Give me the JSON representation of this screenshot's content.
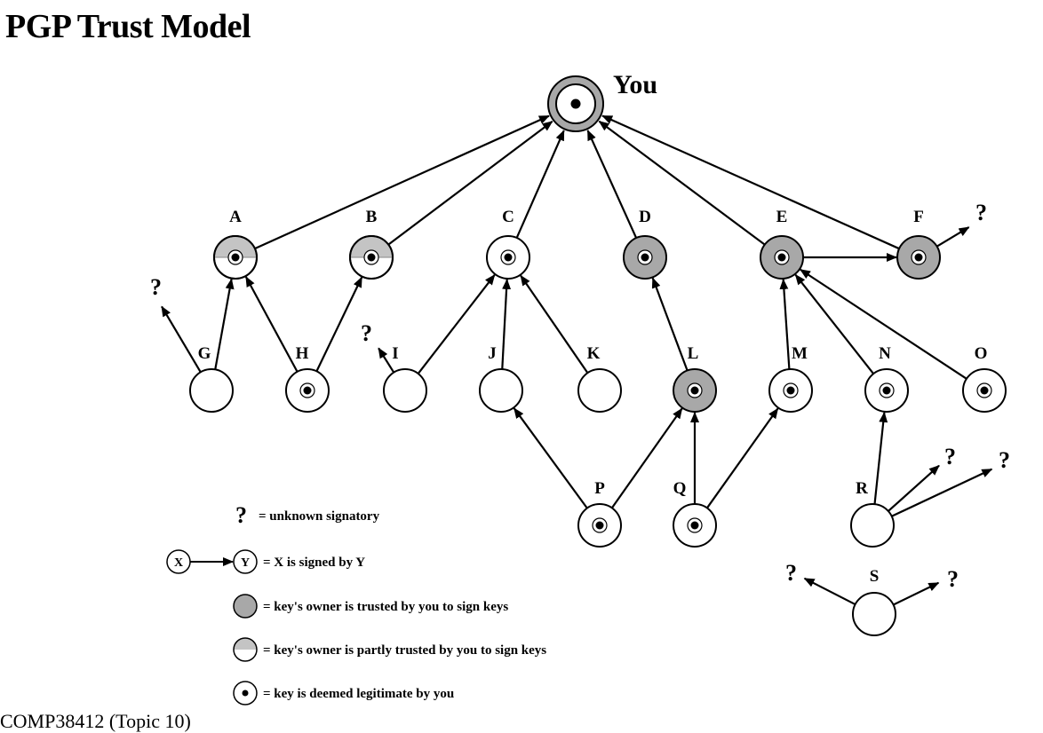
{
  "title": "PGP Trust Model",
  "footer": "COMP38412 (Topic 10)",
  "colors": {
    "trusted": "#a8a8a8",
    "partly_trusted": "#c4c4c4",
    "stroke": "#000000",
    "background": "#ffffff"
  },
  "you_label": "You",
  "unknown_mark": "?",
  "nodes": [
    {
      "id": "A",
      "label": "A",
      "fill": "partial",
      "legit": true
    },
    {
      "id": "B",
      "label": "B",
      "fill": "partial",
      "legit": true
    },
    {
      "id": "C",
      "label": "C",
      "fill": "none",
      "legit": true
    },
    {
      "id": "D",
      "label": "D",
      "fill": "full",
      "legit": true
    },
    {
      "id": "E",
      "label": "E",
      "fill": "full",
      "legit": true
    },
    {
      "id": "F",
      "label": "F",
      "fill": "full",
      "legit": true
    },
    {
      "id": "G",
      "label": "G",
      "fill": "none",
      "legit": false
    },
    {
      "id": "H",
      "label": "H",
      "fill": "none",
      "legit": true
    },
    {
      "id": "I",
      "label": "I",
      "fill": "none",
      "legit": false
    },
    {
      "id": "J",
      "label": "J",
      "fill": "none",
      "legit": false
    },
    {
      "id": "K",
      "label": "K",
      "fill": "none",
      "legit": false
    },
    {
      "id": "L",
      "label": "L",
      "fill": "full",
      "legit": true
    },
    {
      "id": "M",
      "label": "M",
      "fill": "none",
      "legit": true
    },
    {
      "id": "N",
      "label": "N",
      "fill": "none",
      "legit": true
    },
    {
      "id": "O",
      "label": "O",
      "fill": "none",
      "legit": true
    },
    {
      "id": "P",
      "label": "P",
      "fill": "none",
      "legit": true
    },
    {
      "id": "Q",
      "label": "Q",
      "fill": "none",
      "legit": true
    },
    {
      "id": "R",
      "label": "R",
      "fill": "none",
      "legit": false
    },
    {
      "id": "S",
      "label": "S",
      "fill": "none",
      "legit": false
    }
  ],
  "edges": [
    {
      "from": "A",
      "to": "You"
    },
    {
      "from": "B",
      "to": "You"
    },
    {
      "from": "C",
      "to": "You"
    },
    {
      "from": "D",
      "to": "You"
    },
    {
      "from": "E",
      "to": "You"
    },
    {
      "from": "F",
      "to": "You"
    },
    {
      "from": "E",
      "to": "F"
    },
    {
      "from": "G",
      "to": "A"
    },
    {
      "from": "H",
      "to": "A"
    },
    {
      "from": "H",
      "to": "B"
    },
    {
      "from": "I",
      "to": "C"
    },
    {
      "from": "J",
      "to": "C"
    },
    {
      "from": "K",
      "to": "C"
    },
    {
      "from": "L",
      "to": "D"
    },
    {
      "from": "M",
      "to": "E"
    },
    {
      "from": "N",
      "to": "E"
    },
    {
      "from": "O",
      "to": "E"
    },
    {
      "from": "P",
      "to": "J"
    },
    {
      "from": "P",
      "to": "L"
    },
    {
      "from": "Q",
      "to": "L"
    },
    {
      "from": "Q",
      "to": "M"
    },
    {
      "from": "R",
      "to": "N"
    }
  ],
  "unknown_edges": [
    {
      "from": "G",
      "q": "q1"
    },
    {
      "from": "I",
      "q": "q2"
    },
    {
      "from": "F",
      "q": "q3"
    },
    {
      "from": "R",
      "q": "q4"
    },
    {
      "from": "R",
      "q": "q5"
    },
    {
      "from": "S",
      "q": "q6"
    },
    {
      "from": "S",
      "q": "q7"
    }
  ],
  "legend": {
    "unknown_signatory": "= unknown signatory",
    "signed_by": "= X is signed by Y",
    "signed_by_x": "X",
    "signed_by_y": "Y",
    "trusted": "= key's owner is trusted by you to sign keys",
    "partly_trusted": "= key's owner is partly trusted by you to sign keys",
    "legitimate": "= key is deemed legitimate by you"
  }
}
